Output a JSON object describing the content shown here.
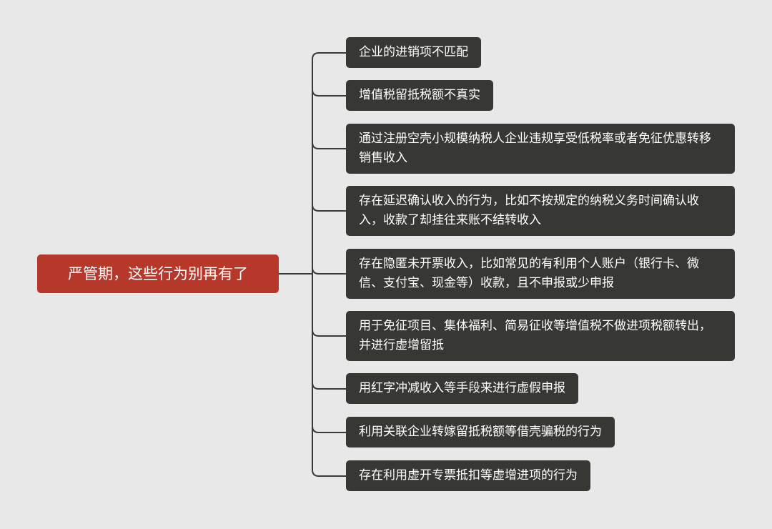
{
  "mindmap": {
    "root": {
      "label": "严管期，这些行为别再有了"
    },
    "branches": [
      {
        "label": "企业的进销项不匹配"
      },
      {
        "label": "增值税留抵税额不真实"
      },
      {
        "label": "通过注册空壳小规模纳税人企业违规享受低税率或者免征优惠转移销售收入"
      },
      {
        "label": "存在延迟确认收入的行为，比如不按规定的纳税义务时间确认收入，收款了却挂往来账不结转收入"
      },
      {
        "label": "存在隐匿未开票收入，比如常见的有利用个人账户（银行卡、微信、支付宝、现金等）收款，且不申报或少申报"
      },
      {
        "label": "用于免征项目、集体福利、简易征收等增值税不做进项税额转出，并进行虚增留抵"
      },
      {
        "label": "用红字冲减收入等手段来进行虚假申报"
      },
      {
        "label": "利用关联企业转嫁留抵税额等借壳骗税的行为"
      },
      {
        "label": "存在利用虚开专票抵扣等虚增进项的行为"
      }
    ]
  },
  "colors": {
    "background": "#e8e8e8",
    "root_fill": "#b5382b",
    "node_fill": "#373733",
    "connector": "#3a3a36",
    "text": "#ffffff"
  }
}
